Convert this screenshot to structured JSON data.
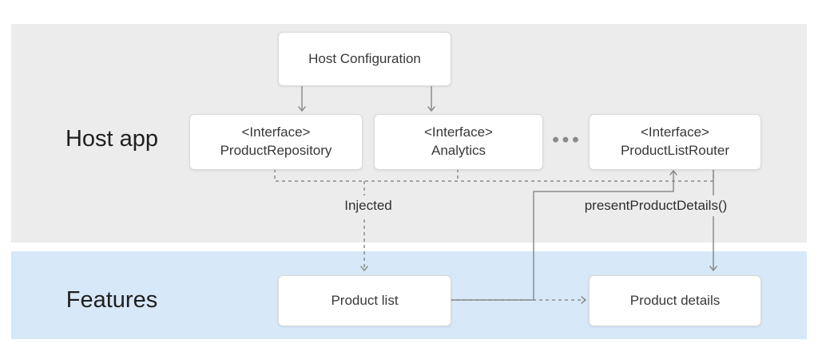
{
  "diagram": {
    "bands": {
      "host": {
        "label": "Host app"
      },
      "features": {
        "label": "Features"
      }
    },
    "nodes": {
      "host_configuration": {
        "label": "Host Configuration"
      },
      "product_repository": {
        "stereotype": "<Interface>",
        "label": "ProductRepository"
      },
      "analytics": {
        "stereotype": "<Interface>",
        "label": "Analytics"
      },
      "product_list_router": {
        "stereotype": "<Interface>",
        "label": "ProductListRouter"
      },
      "product_list": {
        "label": "Product list"
      },
      "product_details": {
        "label": "Product details"
      }
    },
    "ellipsis": "•••",
    "edge_labels": {
      "injected": "Injected",
      "present_product_details": "presentProductDetails()"
    }
  },
  "colors": {
    "host_band": "#ECECEC",
    "features_band": "#D7E8F8",
    "arrow": "#8C8C8C",
    "box_border": "#D9D9D9"
  }
}
